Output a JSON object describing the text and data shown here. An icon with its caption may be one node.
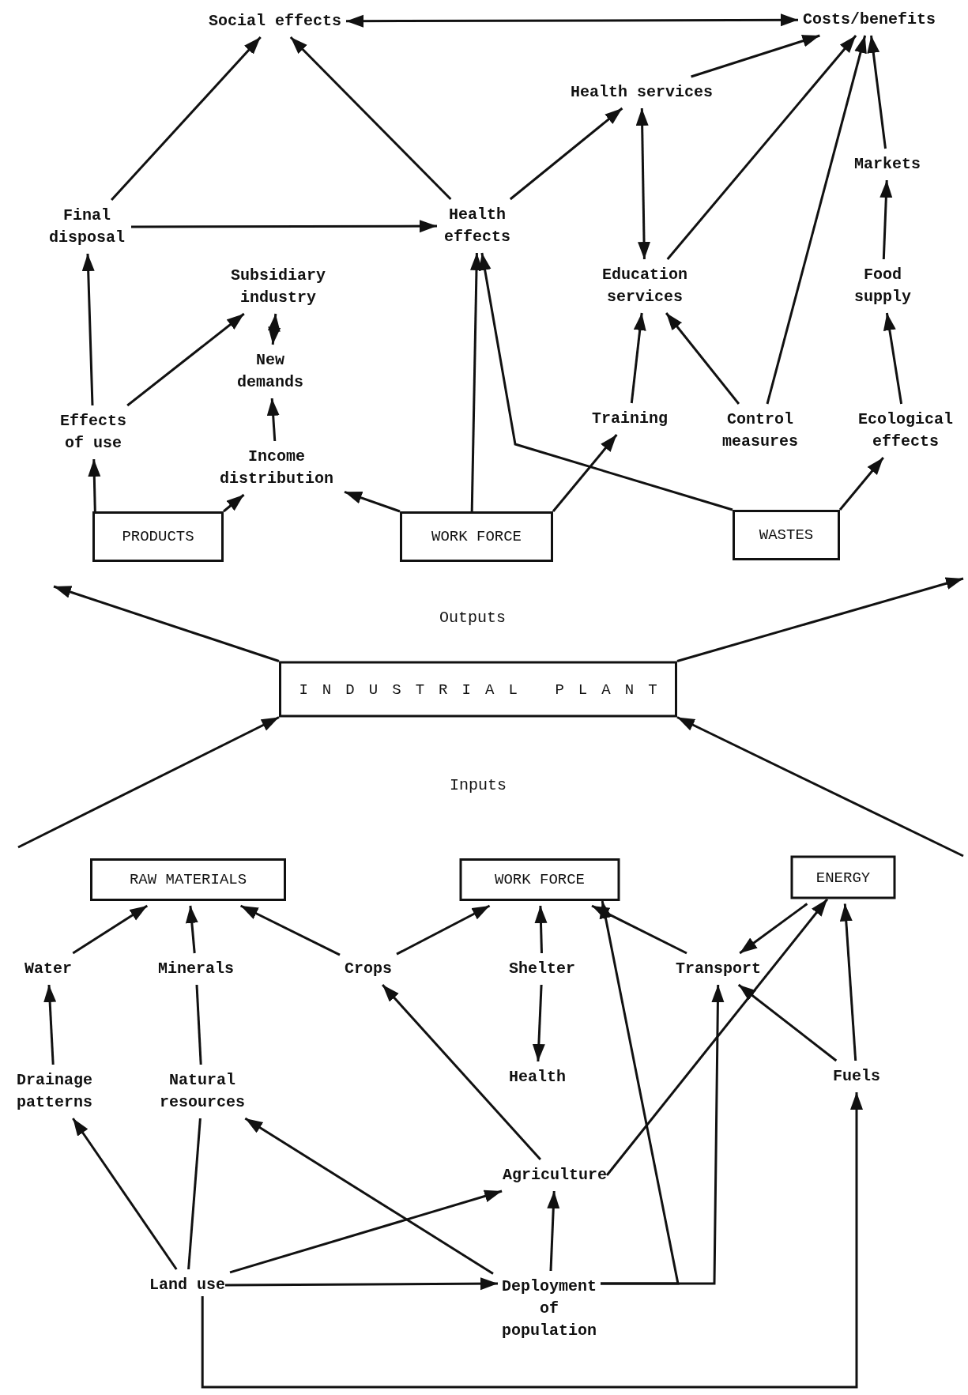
{
  "diagram": {
    "nodes": [
      {
        "text": [
          "Social effects"
        ]
      },
      {
        "text": [
          "Costs/benefits"
        ]
      },
      {
        "text": [
          "Health services"
        ]
      },
      {
        "text": [
          "Markets"
        ]
      },
      {
        "text": [
          "Final disposal"
        ]
      },
      {
        "text": [
          "Health effects"
        ]
      },
      {
        "text": [
          "Subsidiary industry"
        ]
      },
      {
        "text": [
          "Education services"
        ]
      },
      {
        "text": [
          "Food supply"
        ]
      },
      {
        "text": [
          "New demands"
        ]
      },
      {
        "text": [
          "Effects of use"
        ]
      },
      {
        "text": [
          "Income distribution"
        ]
      },
      {
        "text": [
          "Training"
        ]
      },
      {
        "text": [
          "Control measures"
        ]
      },
      {
        "text": [
          "Ecological effects"
        ]
      },
      {
        "text": [
          "PRODUCTS"
        ]
      },
      {
        "text": [
          "WORK FORCE"
        ]
      },
      {
        "text": [
          "WASTES"
        ]
      },
      {
        "text": [
          "INDUSTRIAL PLANT"
        ]
      },
      {
        "text": [
          "RAW MATERIALS"
        ]
      },
      {
        "text": [
          "WORK FORCE"
        ]
      },
      {
        "text": [
          "ENERGY"
        ]
      },
      {
        "text": [
          "Water"
        ]
      },
      {
        "text": [
          "Minerals"
        ]
      },
      {
        "text": [
          "Crops"
        ]
      },
      {
        "text": [
          "Shelter"
        ]
      },
      {
        "text": [
          "Transport"
        ]
      },
      {
        "text": [
          "Drainage patterns"
        ]
      },
      {
        "text": [
          "Natural resources"
        ]
      },
      {
        "text": [
          "Health"
        ]
      },
      {
        "text": [
          "Fuels"
        ]
      },
      {
        "text": [
          "Agriculture"
        ]
      },
      {
        "text": [
          "Land use"
        ]
      },
      {
        "text": [
          "Deployment of population"
        ]
      }
    ],
    "edges": [
      {
        "from": 0,
        "to": 1,
        "arrow": "both"
      },
      {
        "from": 4,
        "to": 0,
        "arrow": "to"
      },
      {
        "from": 5,
        "to": 0,
        "arrow": "to"
      },
      {
        "from": 5,
        "to": 2,
        "arrow": "to"
      },
      {
        "from": 2,
        "to": 1,
        "arrow": "to"
      },
      {
        "from": 7,
        "to": 1,
        "arrow": "to"
      },
      {
        "from": 13,
        "to": 1,
        "arrow": "to"
      },
      {
        "from": 3,
        "to": 1,
        "arrow": "to"
      },
      {
        "from": 2,
        "to": 7,
        "arrow": "both"
      },
      {
        "from": 4,
        "to": 5,
        "arrow": "to"
      },
      {
        "from": 8,
        "to": 3,
        "arrow": "to"
      },
      {
        "from": 10,
        "to": 4,
        "arrow": "to"
      },
      {
        "from": 10,
        "to": 6,
        "arrow": "to"
      },
      {
        "from": 6,
        "to": 9,
        "arrow": "both"
      },
      {
        "from": 11,
        "to": 9,
        "arrow": "to"
      },
      {
        "from": 15,
        "to": 10,
        "arrow": "to"
      },
      {
        "from": 15,
        "to": 11,
        "arrow": "to"
      },
      {
        "from": 16,
        "to": 11,
        "arrow": "to"
      },
      {
        "from": 16,
        "to": 5,
        "arrow": "to"
      },
      {
        "from": 16,
        "to": 12,
        "arrow": "to"
      },
      {
        "from": 17,
        "to": 5,
        "arrow": "to"
      },
      {
        "from": 17,
        "to": 14,
        "arrow": "to"
      },
      {
        "from": 12,
        "to": 7,
        "arrow": "to"
      },
      {
        "from": 13,
        "to": 7,
        "arrow": "to"
      },
      {
        "from": 14,
        "to": 8,
        "arrow": "to"
      },
      {
        "from": 18,
        "to": null,
        "arrow": "to"
      },
      {
        "from": 18,
        "to": null,
        "arrow": "to"
      },
      {
        "from": null,
        "to": 18,
        "arrow": "to"
      },
      {
        "from": null,
        "to": 18,
        "arrow": "to"
      },
      {
        "from": 22,
        "to": 19,
        "arrow": "to"
      },
      {
        "from": 23,
        "to": 19,
        "arrow": "to"
      },
      {
        "from": 24,
        "to": 19,
        "arrow": "to"
      },
      {
        "from": 24,
        "to": 20,
        "arrow": "to"
      },
      {
        "from": 25,
        "to": 20,
        "arrow": "to"
      },
      {
        "from": 25,
        "to": 29,
        "arrow": "to"
      },
      {
        "from": 26,
        "to": 20,
        "arrow": "to"
      },
      {
        "from": 21,
        "to": 26,
        "arrow": "to"
      },
      {
        "from": 30,
        "to": 26,
        "arrow": "to"
      },
      {
        "from": 30,
        "to": 21,
        "arrow": "to"
      },
      {
        "from": 27,
        "to": 22,
        "arrow": "to"
      },
      {
        "from": 28,
        "to": 23,
        "arrow": "none"
      },
      {
        "from": 31,
        "to": 24,
        "arrow": "to"
      },
      {
        "from": 31,
        "to": 21,
        "arrow": "to"
      },
      {
        "from": 32,
        "to": 27,
        "arrow": "to"
      },
      {
        "from": 32,
        "to": 31,
        "arrow": "to"
      },
      {
        "from": 32,
        "to": 33,
        "arrow": "to"
      },
      {
        "from": 32,
        "to": 28,
        "arrow": "none"
      },
      {
        "from": 33,
        "to": 28,
        "arrow": "to"
      },
      {
        "from": 33,
        "to": 31,
        "arrow": "to"
      },
      {
        "from": 33,
        "to": 20,
        "arrow": "to"
      },
      {
        "from": 33,
        "to": 26,
        "arrow": "to"
      },
      {
        "from": 32,
        "to": 30,
        "arrow": "to"
      }
    ],
    "labels": [
      "Outputs",
      "Inputs"
    ]
  }
}
